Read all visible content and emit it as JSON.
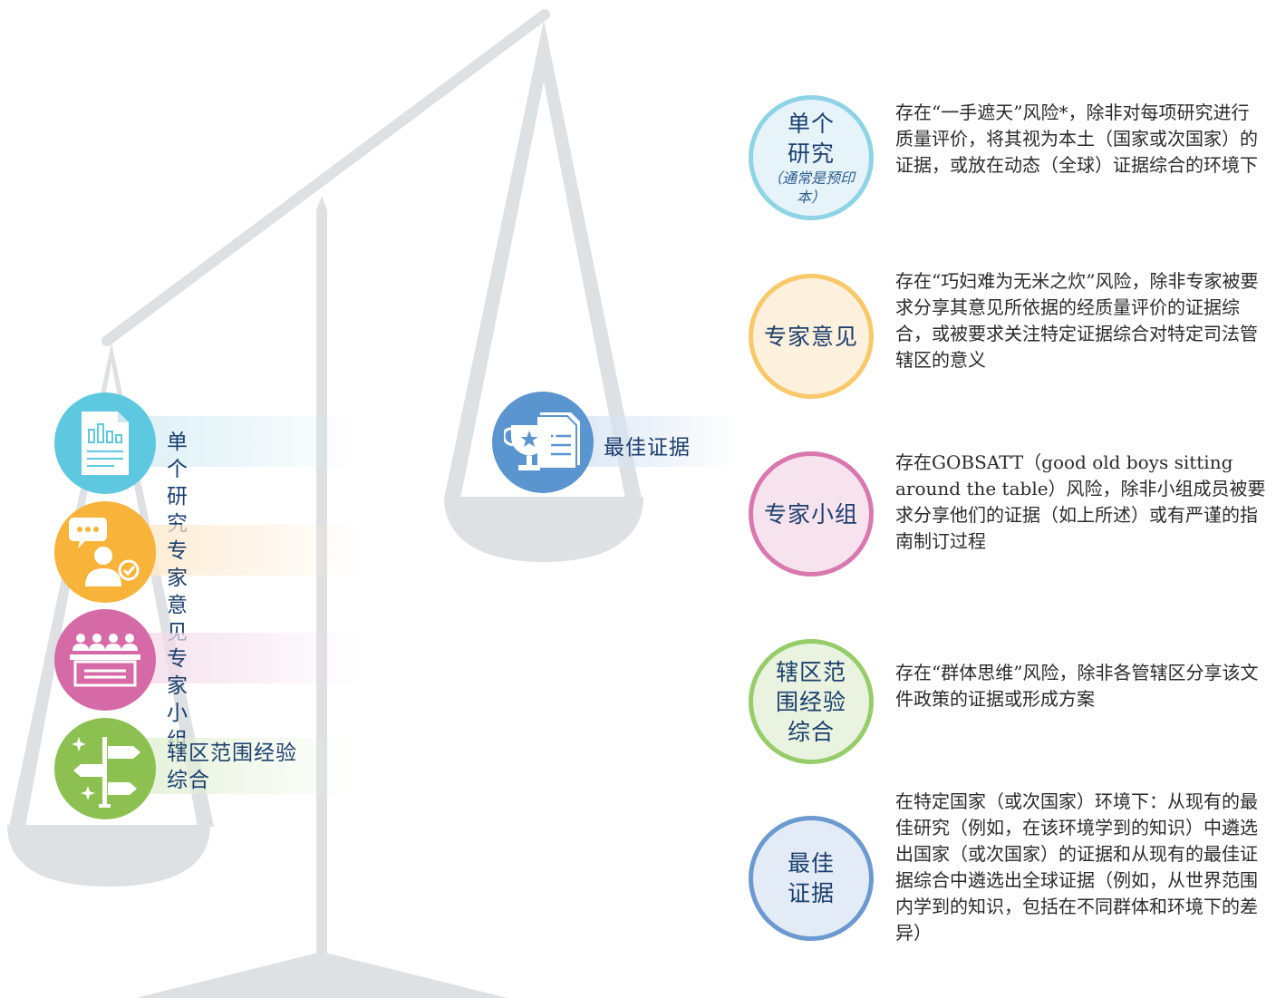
{
  "left_items": [
    {
      "label": "单个研究",
      "icon": "document-chart-icon",
      "color": "#5ec8e0",
      "band": "#d8eef5"
    },
    {
      "label": "专家意见",
      "icon": "expert-speech-icon",
      "color": "#f8b43a",
      "band": "#fde9cd"
    },
    {
      "label": "专家小组",
      "icon": "panel-table-icon",
      "color": "#d66aa6",
      "band": "#f3dcea"
    },
    {
      "label": "辖区范围经验综合",
      "icon": "signpost-icon",
      "color": "#8cc152",
      "band": "#e2f0d5"
    }
  ],
  "best_item": {
    "label": "最佳证据",
    "icon": "trophy-document-icon",
    "color": "#5b95cf"
  },
  "rows": [
    {
      "title": "单个研究",
      "subtitle": "（通常是预印本）",
      "ring_color": "#8fd3e6",
      "fill": "#e6f4fa",
      "text": "存在“一手遮天”风险*，除非对每项研究进行质量评价，将其视为本土（国家或次国家）的证据，或放在动态（全球）证据综合的环境下"
    },
    {
      "title": "专家意见",
      "subtitle": "",
      "ring_color": "#f8c86a",
      "fill": "#fdf0dc",
      "text": "存在“巧妇难为无米之炊”风险，除非专家被要求分享其意见所依据的经质量评价的证据综合，或被要求关注特定证据综合对特定司法管辖区的意义"
    },
    {
      "title": "专家小组",
      "subtitle": "",
      "ring_color": "#d978ae",
      "fill": "#f6e3ee",
      "text": "存在GOBSATT（good old boys sitting around the table）风险，除非小组成员被要求分享他们的证据（如上所述）或有严谨的指南制订过程"
    },
    {
      "title": "辖区范围经验综合",
      "subtitle": "",
      "ring_color": "#97cc6a",
      "fill": "#e9f3df",
      "text": "存在“群体思维”风险，除非各管辖区分享该文件政策的证据或形成方案"
    },
    {
      "title": "最佳证据",
      "subtitle": "",
      "ring_color": "#6c9ad0",
      "fill": "#e2ebf6",
      "text": "在特定国家（或次国家）环境下：从现有的最佳研究（例如，在该环境学到的知识）中遴选出国家（或次国家）的证据和从现有的最佳证据综合中遴选出全球证据（例如，从世界范围内学到的知识，包括在不同群体和环境下的差异）"
    }
  ]
}
